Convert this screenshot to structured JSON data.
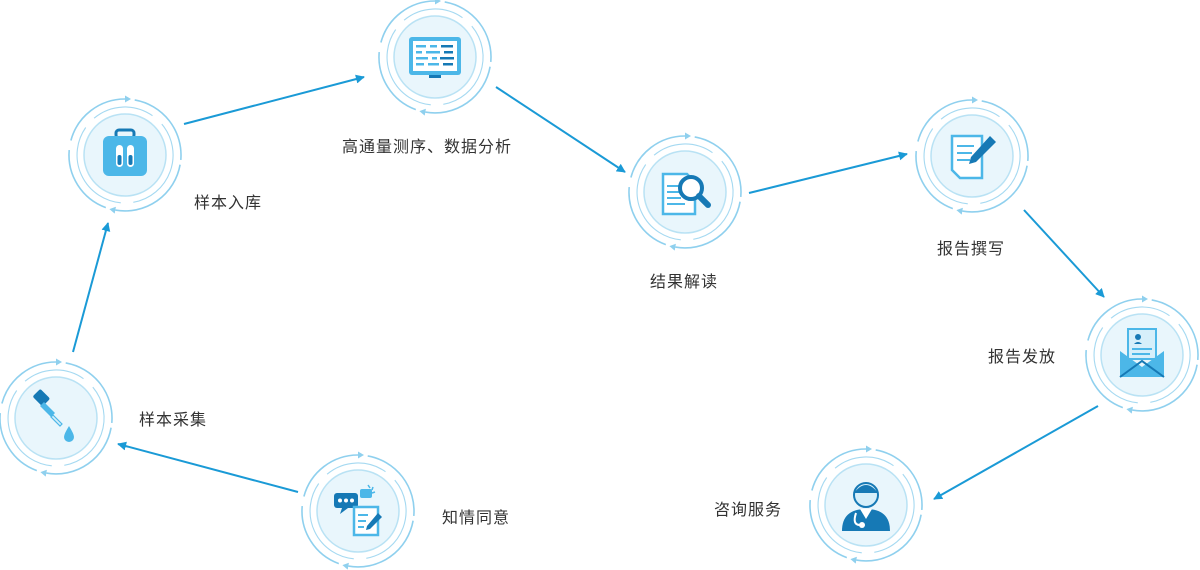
{
  "colors": {
    "accent": "#1a9ad6",
    "ring": "#8fd0ee",
    "disc": "#e9f6fc",
    "disc_border": "#b9e2f4",
    "icon_main": "#4cb7e8",
    "icon_dark": "#1679b5",
    "icon_light": "#d6effa",
    "text": "#333333"
  },
  "steps": [
    {
      "id": "sample-storage",
      "label": "样本入库",
      "icon": "medical-kit-test-tube-icon"
    },
    {
      "id": "sequencing",
      "label": "高通量测序、数据分析",
      "icon": "sequencing-monitor-icon"
    },
    {
      "id": "result-interpretation",
      "label": "结果解读",
      "icon": "magnifier-document-icon"
    },
    {
      "id": "report-writing",
      "label": "报告撰写",
      "icon": "pen-document-icon"
    },
    {
      "id": "report-delivery",
      "label": "报告发放",
      "icon": "mail-envelope-icon"
    },
    {
      "id": "consulting",
      "label": "咨询服务",
      "icon": "doctor-stethoscope-icon"
    },
    {
      "id": "informed-consent",
      "label": "知情同意",
      "icon": "chat-signature-icon"
    },
    {
      "id": "sample-collection",
      "label": "样本采集",
      "icon": "dropper-icon"
    }
  ]
}
